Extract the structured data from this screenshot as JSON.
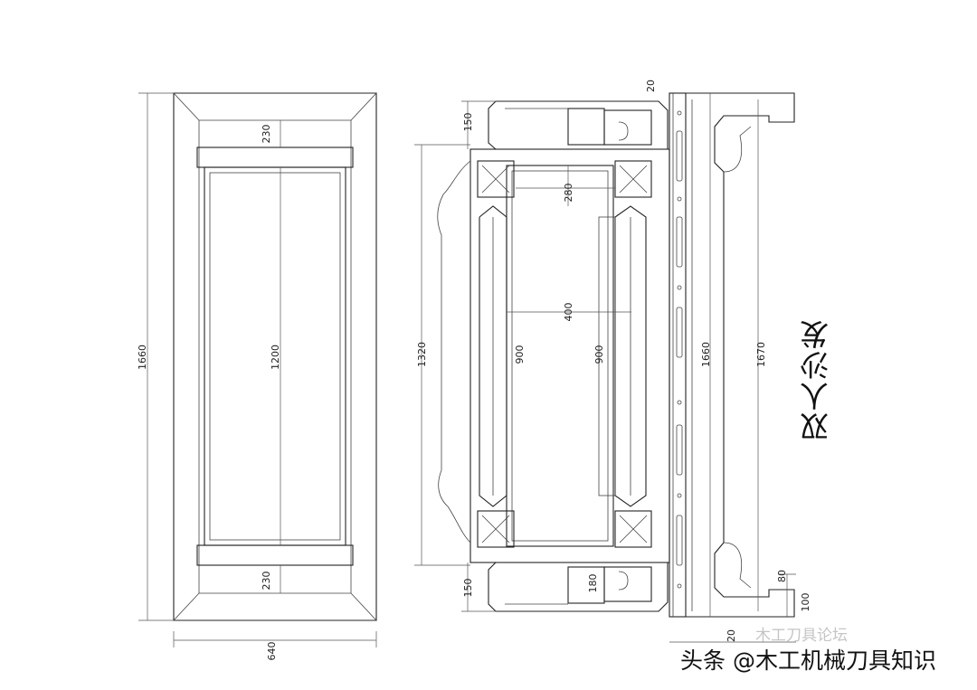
{
  "title": "双人沙发",
  "watermark": "头条 @木工机械刀具知识",
  "watermark_background": "木工刀具论坛",
  "dims": {
    "front_height": "1660",
    "front_inner": "1200",
    "front_top_band": "230",
    "front_bottom_band": "230",
    "front_width": "640",
    "plan_height": "1320",
    "plan_top_rail": "150",
    "plan_bottom_rail": "150",
    "plan_top_gap": "280",
    "plan_center": "400",
    "plan_left_slat": "900",
    "plan_right_slat": "900",
    "plan_small": "180",
    "plan_top_offset": "20",
    "side_left": "1660",
    "side_right": "1670",
    "foot_a": "80",
    "foot_b": "100",
    "foot_c": "20"
  }
}
